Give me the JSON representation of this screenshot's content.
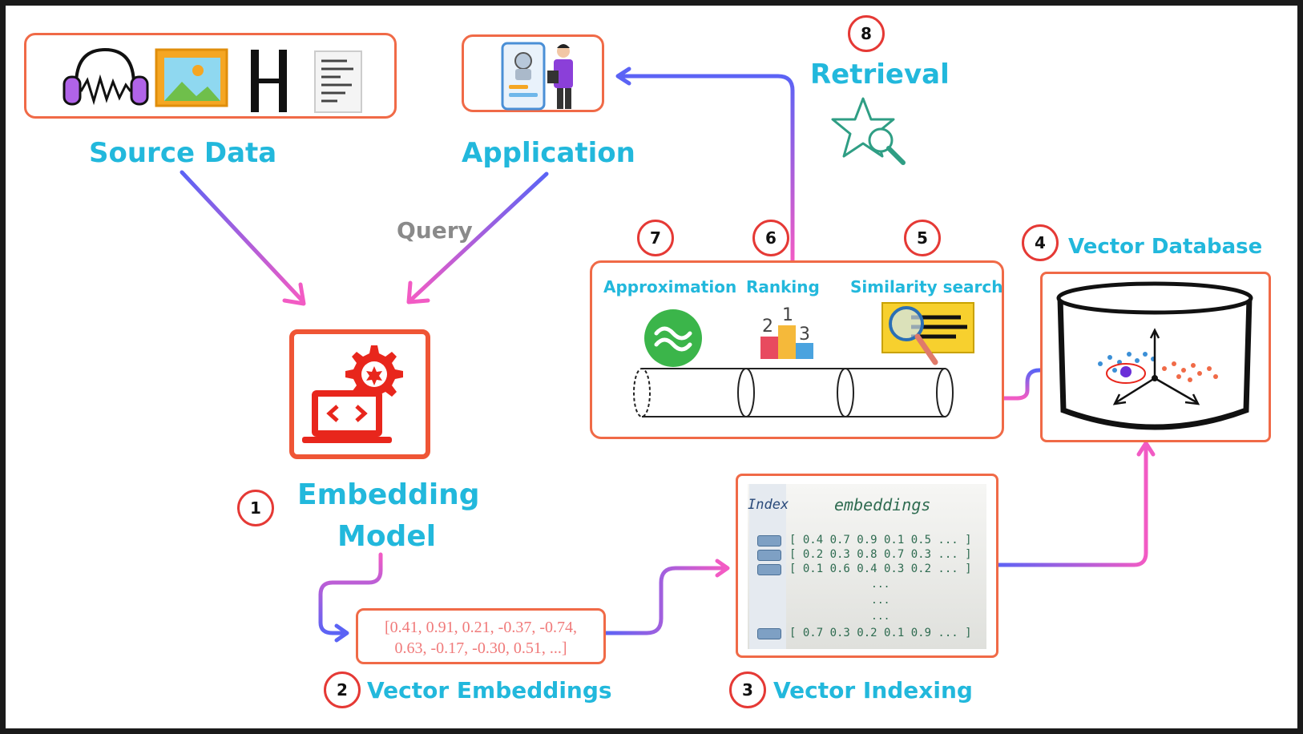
{
  "labels": {
    "source_data": "Source Data",
    "application": "Application",
    "query": "Query",
    "retrieval": "Retrieval",
    "embedding_model_line1": "Embedding",
    "embedding_model_line2": "Model",
    "vector_embeddings": "Vector Embeddings",
    "vector_indexing": "Vector Indexing",
    "vector_database": "Vector Database",
    "approximation": "Approximation",
    "ranking": "Ranking",
    "similarity_search": "Similarity search"
  },
  "steps": {
    "s1": "1",
    "s2": "2",
    "s3": "3",
    "s4": "4",
    "s5": "5",
    "s6": "6",
    "s7": "7",
    "s8": "8"
  },
  "vector_sample": {
    "line1": "[0.41, 0.91, 0.21, -0.37, -0.74,",
    "line2": "0.63, -0.17, -0.30, 0.51, ...]"
  },
  "index_table": {
    "index_header": "Index",
    "embeddings_header": "embeddings",
    "rows": [
      "[ 0.4 0.7 0.9  0.1 0.5  ...  ]",
      "[ 0.2 0.3 0.8 0.7 0.3  ...  ]",
      "[ 0.1  0.6 0.4 0.3 0.2  ...  ]"
    ],
    "ellipsis": [
      "...",
      "...",
      "..."
    ],
    "last_row": "[ 0.7  0.3 0.2 0.1 0.9  ...  ]"
  },
  "ranking_podium": {
    "first": "1",
    "second": "2",
    "third": "3"
  },
  "colors": {
    "accent_text": "#22b8dc",
    "box_border": "#f06a47",
    "step_circle": "#e53935",
    "arrow_blue": "#5b63f5",
    "arrow_pink": "#f25bc4",
    "icon_red": "#e8261c"
  }
}
